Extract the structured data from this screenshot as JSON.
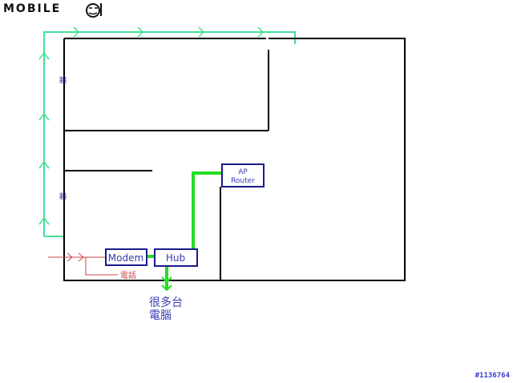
{
  "brand": {
    "logo_text": "MOBILE",
    "logo_icon": "mobile01-face-icon"
  },
  "labels": {
    "wall_top": "牆",
    "wall_bottom": "牆",
    "phone": "電話",
    "many_pcs_line1": "很多台",
    "many_pcs_line2": "電腦"
  },
  "devices": {
    "modem": "Modem",
    "hub": "Hub",
    "ap_line1": "AP",
    "ap_line2": "Router"
  },
  "watermark": "#1136764",
  "colors": {
    "wall": "#000000",
    "outer_cable": "#44dd99",
    "lan_cable": "#22dd22",
    "phone_line": "#cc4444",
    "device_border": "#1a1a8c",
    "device_text": "#3a3ab0"
  }
}
